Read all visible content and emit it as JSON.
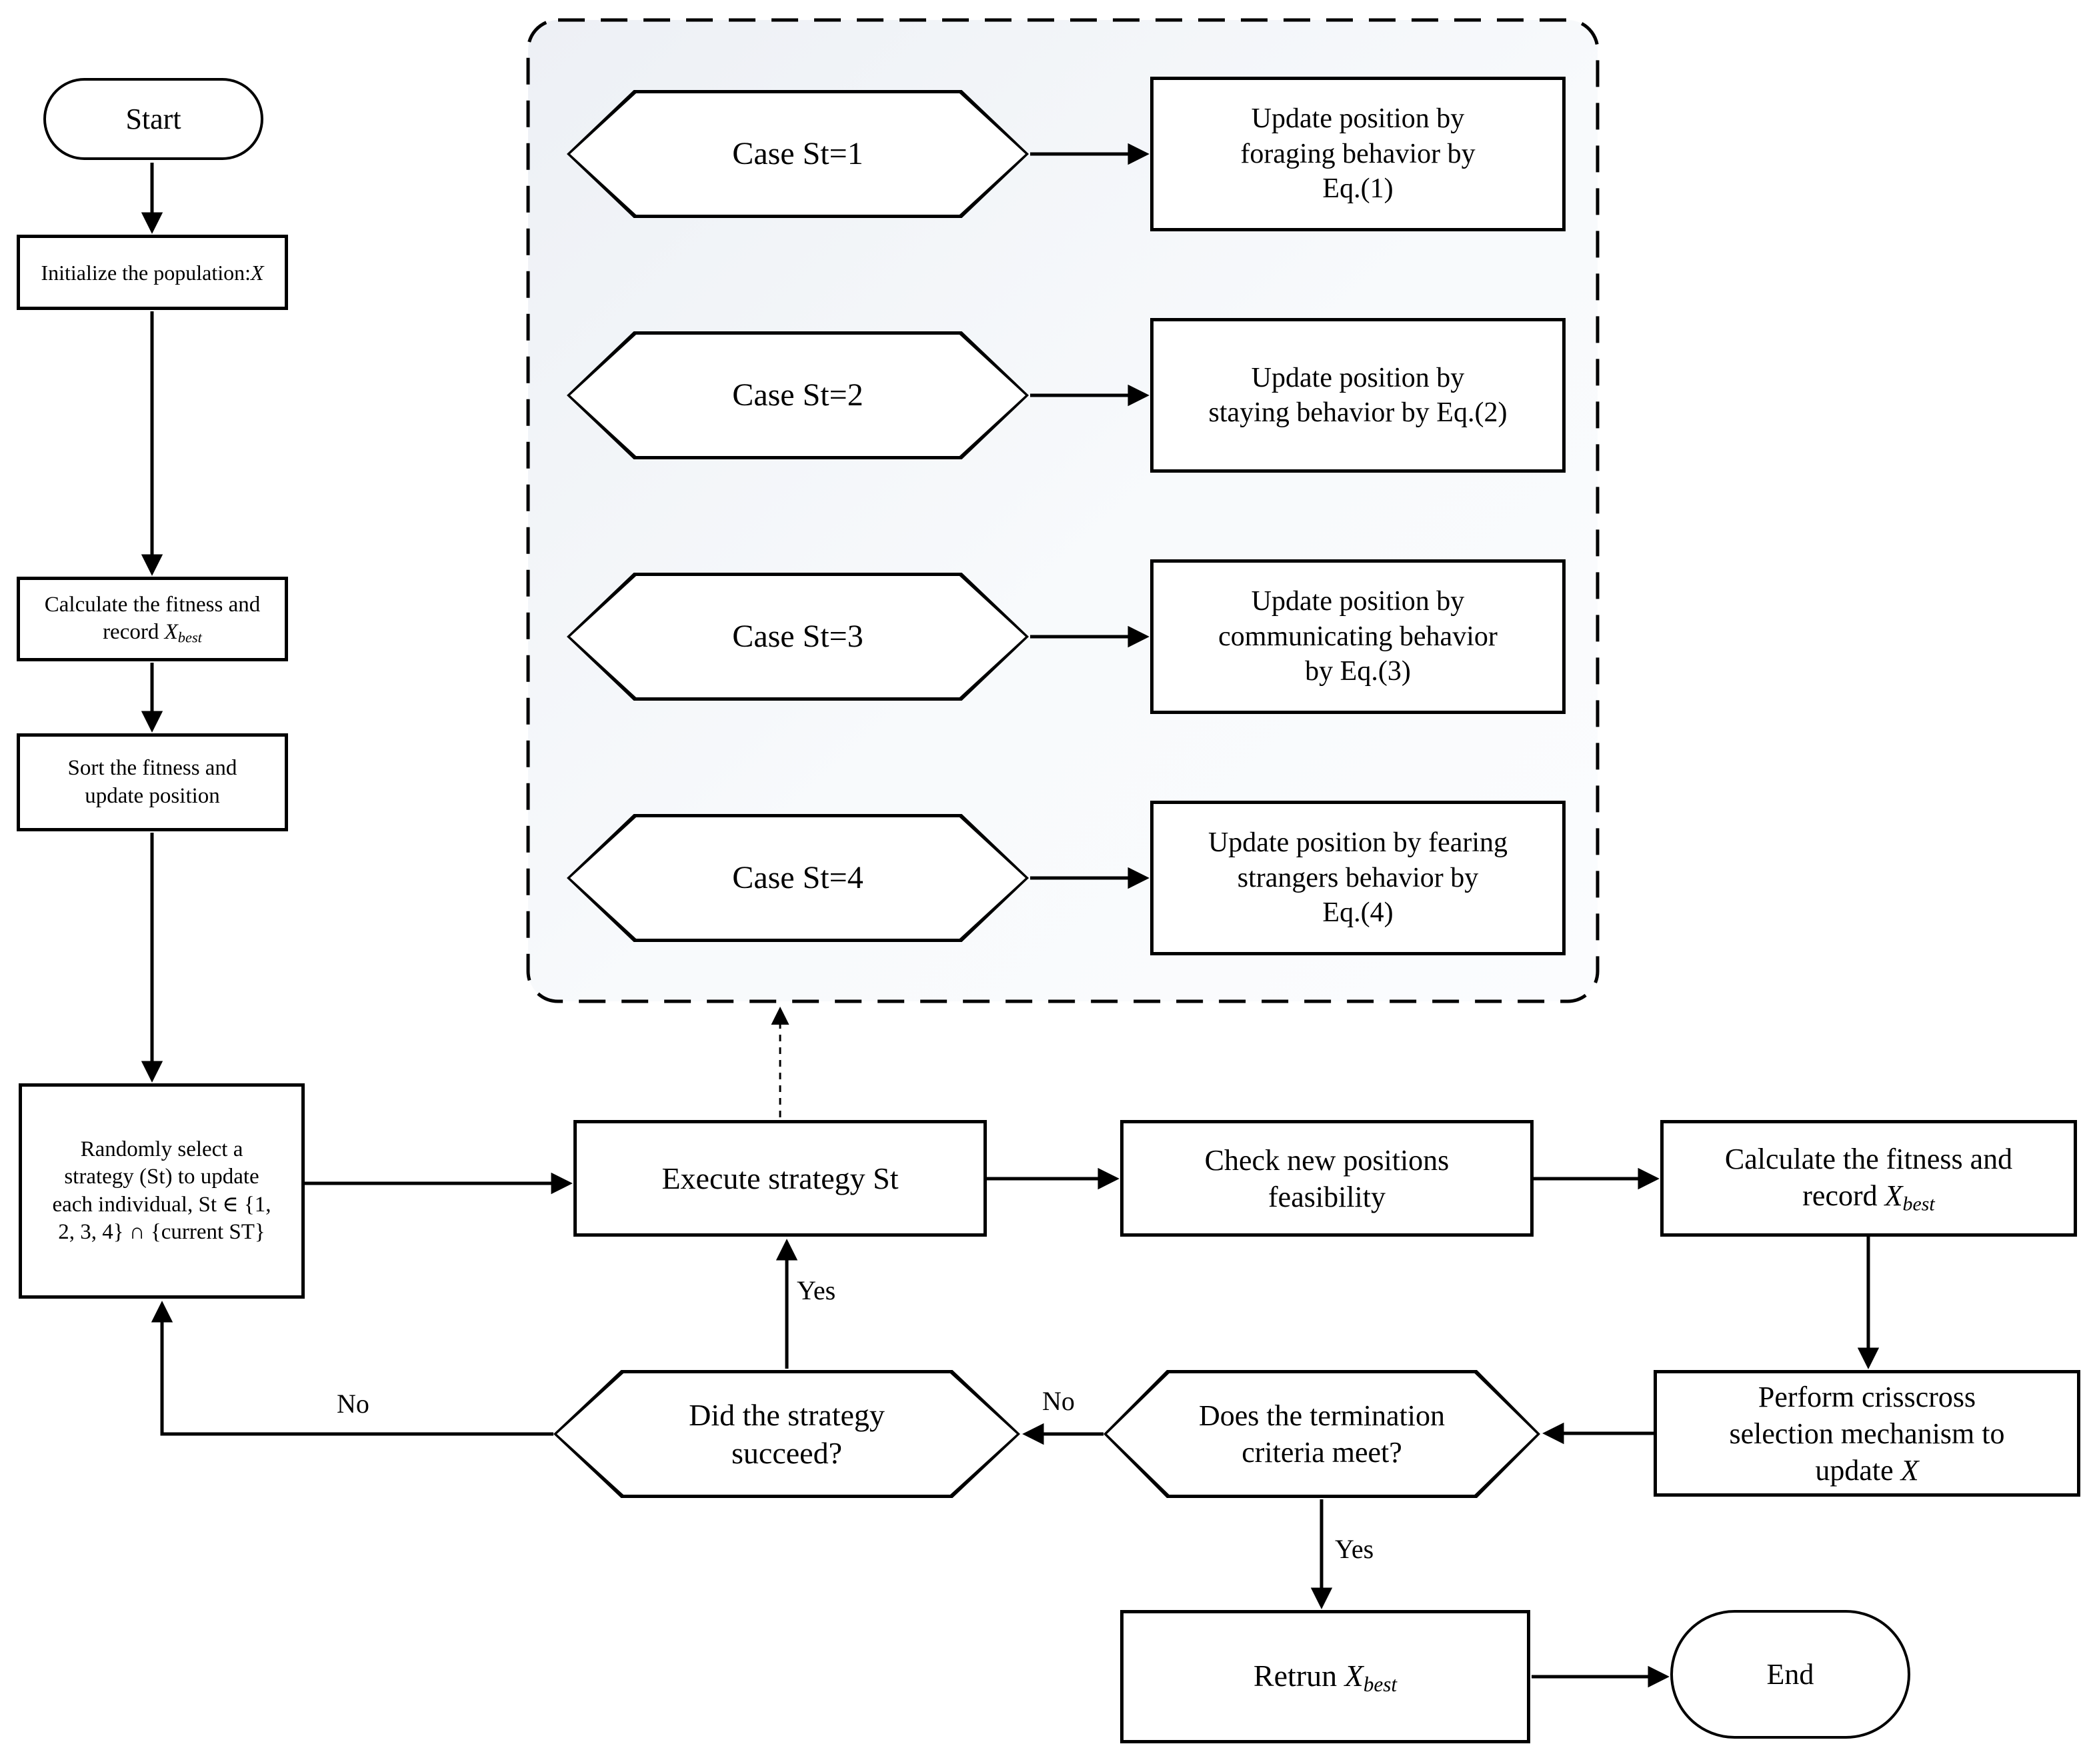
{
  "nodes": {
    "start": {
      "label": "Start"
    },
    "init": {
      "pre": "Initialize the population:",
      "var": "X"
    },
    "calc": {
      "line1": "Calculate the fitness  and",
      "line2_pre": "record ",
      "var": "X",
      "sub": "best"
    },
    "sort": {
      "lines": [
        "Sort the fitness  and",
        "update position"
      ]
    },
    "random": {
      "lines": [
        "Randomly select a",
        "strategy (St) to update",
        "each individual,  St ∈ {1,",
        "2, 3, 4} ∩ {current ST}"
      ]
    },
    "cases": [
      {
        "label": "Case St=1",
        "action": [
          "Update position by",
          "foraging behavior by",
          "Eq.(1)"
        ]
      },
      {
        "label": "Case St=2",
        "action": [
          "Update position by",
          "staying behavior by Eq.(2)",
          ""
        ]
      },
      {
        "label": "Case St=3",
        "action": [
          "Update position by",
          "communicating behavior",
          "by Eq.(3)"
        ]
      },
      {
        "label": "Case St=4",
        "action": [
          "Update position by fearing",
          "strangers behavior by",
          "Eq.(4)"
        ]
      }
    ],
    "execute": {
      "label": "Execute strategy St"
    },
    "check": {
      "lines": [
        "Check new positions",
        "feasibility"
      ]
    },
    "calc2": {
      "line1": "Calculate the fitness  and",
      "line2_pre": "record ",
      "var": "X",
      "sub": "best"
    },
    "crisscross": {
      "lines": [
        "Perform crisscross",
        "selection mechanism to"
      ],
      "line3_pre": "update ",
      "var": "X"
    },
    "strategy_q": {
      "lines": [
        "Did the strategy",
        "succeed?"
      ]
    },
    "termination_q": {
      "lines": [
        "Does the termination",
        "criteria meet?"
      ]
    },
    "retrun": {
      "pre": "Retrun ",
      "var": "X",
      "sub": "best"
    },
    "end": {
      "label": "End"
    }
  },
  "edge_labels": {
    "yes_to_execute": "Yes",
    "no_to_random": "No",
    "no_to_strategy": "No",
    "yes_to_retrun": "Yes"
  },
  "colors": {
    "stroke": "#000000",
    "node_fill": "#ffffff",
    "container_gradient_start": "#edf0f5",
    "container_gradient_end": "#fbfcfe"
  }
}
